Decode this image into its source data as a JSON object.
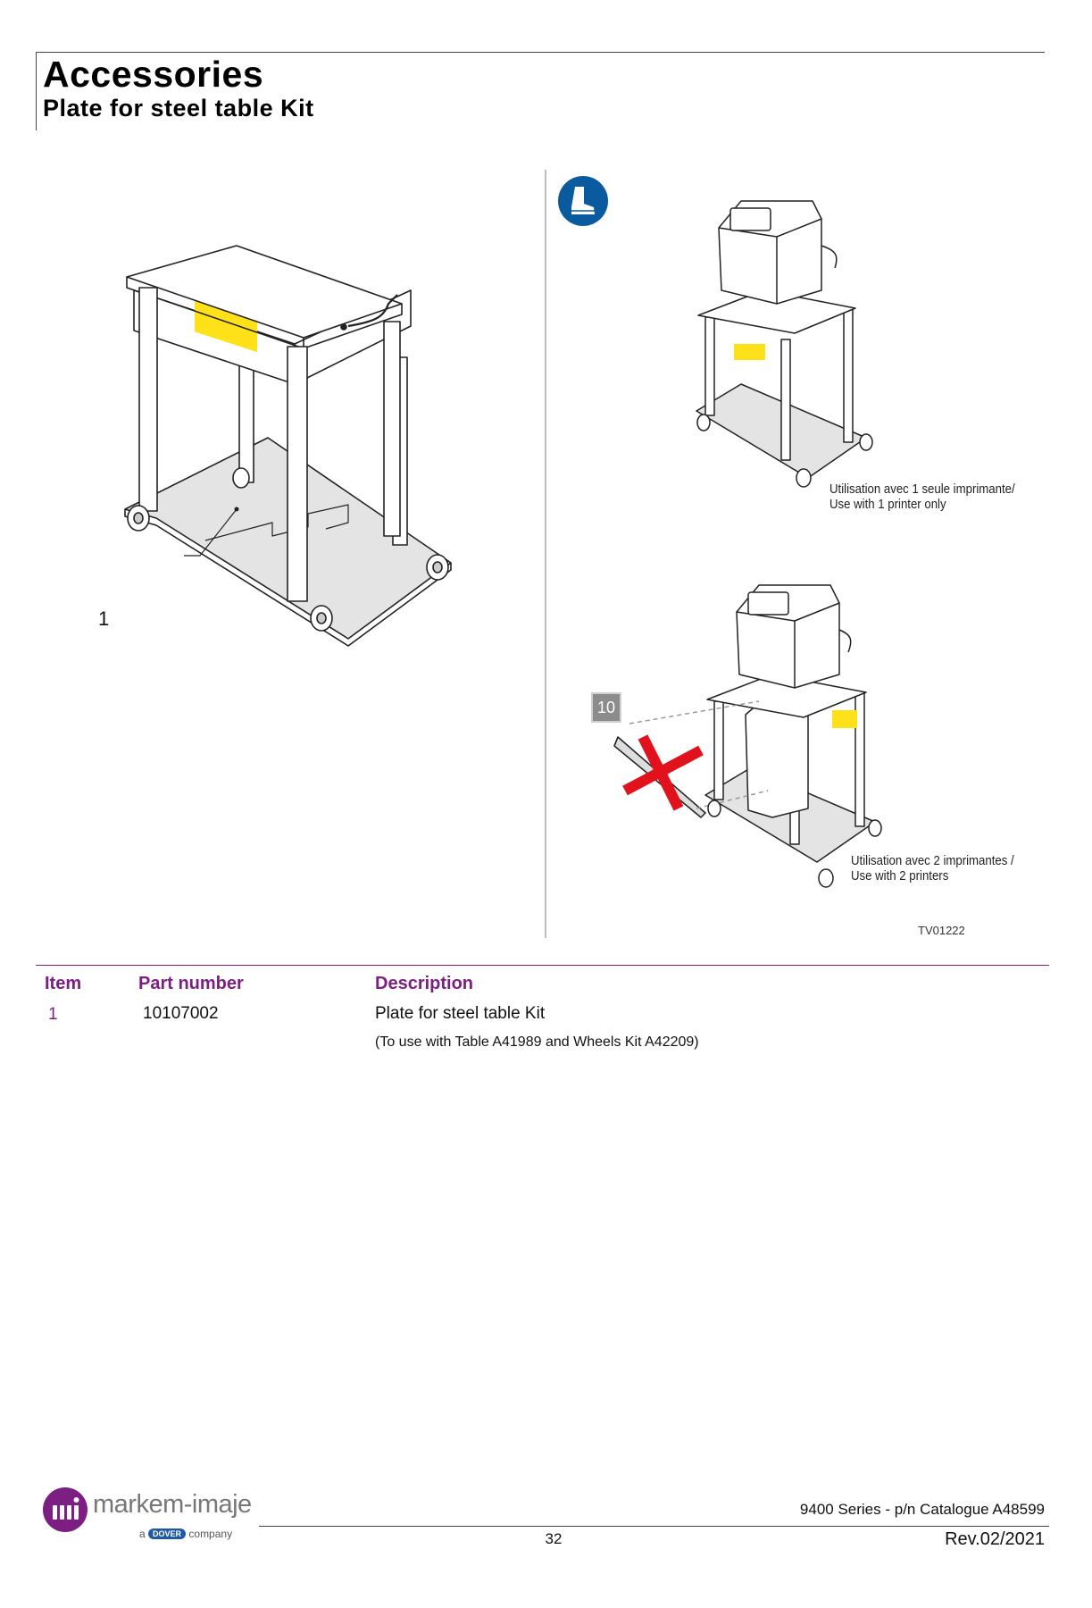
{
  "header": {
    "title": "Accessories",
    "subtitle": "Plate for steel table Kit"
  },
  "figure": {
    "callout_item": "1",
    "caption_one_printer": [
      "Utilisation avec 1 seule imprimante/",
      "Use with 1 printer only"
    ],
    "caption_two_printers": [
      "Utilisation avec 2 imprimantes /",
      "Use with 2 printers"
    ],
    "step_badge": "10",
    "figure_ref": "TV01222",
    "colors": {
      "label_yellow": "#ffe11a",
      "cross_red": "#e1121b",
      "safety_blue": "#0a5aa0"
    }
  },
  "table": {
    "headers": {
      "item": "Item",
      "part_number": "Part number",
      "description": "Description"
    },
    "rows": [
      {
        "item": "1",
        "part_number": "10107002",
        "description": "Plate for steel table Kit",
        "note": "(To use with Table A41989 and Wheels Kit A42209)"
      }
    ]
  },
  "footer": {
    "logo_text": "markem-imaje",
    "logo_sub_pre": "a",
    "logo_sub_brand": "DOVER",
    "logo_sub_post": "company",
    "catalogue": "9400 Series - p/n Catalogue A48599",
    "page_number": "32",
    "revision": "Rev.02/2021",
    "brand_color": "#7d1e82"
  }
}
